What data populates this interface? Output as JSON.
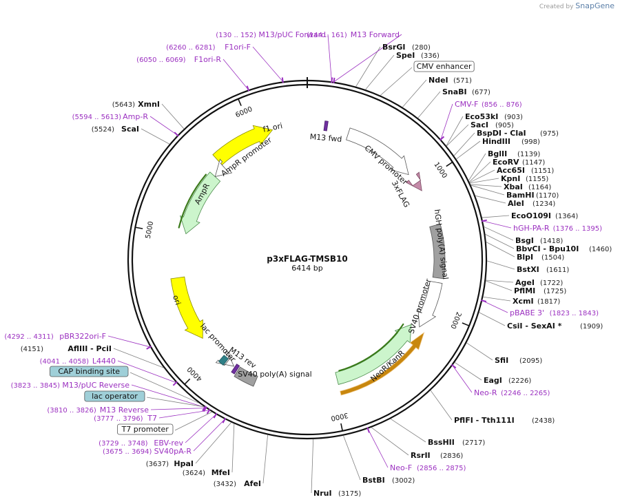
{
  "credit": {
    "prefix": "Created by",
    "brand": "SnapGene"
  },
  "plasmid": {
    "name": "p3xFLAG-TMSB10",
    "length_label": "6414 bp",
    "length": 6414
  },
  "ticks": [
    {
      "bp": 1000,
      "label": "1000"
    },
    {
      "bp": 2000,
      "label": "2000"
    },
    {
      "bp": 3000,
      "label": "3000"
    },
    {
      "bp": 4000,
      "label": "4000"
    },
    {
      "bp": 5000,
      "label": "5000"
    },
    {
      "bp": 6000,
      "label": "6000"
    }
  ],
  "features": [
    {
      "name": "f1 ori",
      "label": "f1 ori",
      "color": "#ffff00",
      "edge": "#8a8a00"
    },
    {
      "name": "M13 fwd",
      "label": "M13 fwd",
      "color": "#7030a0",
      "edge": "#4a1f6b"
    },
    {
      "name": "CMV promoter",
      "label": "CMV promoter",
      "color": "#ffffff",
      "edge": "#555555"
    },
    {
      "name": "3xFLAG",
      "label": "3xFLAG",
      "color": "#c48aa8",
      "edge": "#7a4a62"
    },
    {
      "name": "hGH poly(A) signal",
      "label": "hGH poly(A) signal",
      "color": "#a0a0a0",
      "edge": "#555555"
    },
    {
      "name": "SV40 promoter",
      "label": "SV40 promoter",
      "color": "#ffffff",
      "edge": "#555555"
    },
    {
      "name": "NeoR/KanR",
      "label": "NeoR/KanR",
      "color": "#ccf5cc",
      "edge": "#4a8a4a"
    },
    {
      "name": "SV40 poly(A) signal",
      "label": "SV40 poly(A) signal",
      "color": "#a0a0a0",
      "edge": "#555555"
    },
    {
      "name": "M13 rev",
      "label": "M13 rev",
      "color": "#7030a0",
      "edge": "#4a1f6b"
    },
    {
      "name": "lac promoter",
      "label": "lac promoter",
      "color": "#ffffff",
      "edge": "#555555"
    },
    {
      "name": "ori",
      "label": "ori",
      "color": "#ffff00",
      "edge": "#8a8a00"
    },
    {
      "name": "AmpR",
      "label": "AmpR",
      "color": "#ccf5cc",
      "edge": "#4a8a4a"
    },
    {
      "name": "AmpR promoter",
      "label": "AmpR promoter",
      "color": "#ffffff",
      "edge": "#555555"
    }
  ],
  "right_labels": [
    {
      "name": "BsrGI",
      "pos": "(280)",
      "kind": "enzyme"
    },
    {
      "name": "SpeI",
      "pos": "(336)",
      "kind": "enzyme"
    },
    {
      "name": "CMV enhancer",
      "pos": "",
      "kind": "boxed"
    },
    {
      "name": "NdeI",
      "pos": "(571)",
      "kind": "enzyme"
    },
    {
      "name": "SnaBI",
      "pos": "(677)",
      "kind": "enzyme"
    },
    {
      "name": "CMV-F",
      "pos": "(856 .. 876)",
      "kind": "primer"
    },
    {
      "name": "Eco53kI",
      "pos": "(903)",
      "kind": "enzyme"
    },
    {
      "name": "SacI",
      "pos": "(905)",
      "kind": "enzyme"
    },
    {
      "name": "BspDI - ClaI",
      "pos": "(975)",
      "kind": "enzyme"
    },
    {
      "name": "HindIII",
      "pos": "(998)",
      "kind": "enzyme"
    },
    {
      "name": "BglII",
      "pos": "(1139)",
      "kind": "enzyme"
    },
    {
      "name": "EcoRV",
      "pos": "(1147)",
      "kind": "enzyme"
    },
    {
      "name": "Acc65I",
      "pos": "(1151)",
      "kind": "enzyme"
    },
    {
      "name": "KpnI",
      "pos": "(1155)",
      "kind": "enzyme"
    },
    {
      "name": "XbaI",
      "pos": "(1164)",
      "kind": "enzyme"
    },
    {
      "name": "BamHI",
      "pos": "(1170)",
      "kind": "enzyme"
    },
    {
      "name": "AleI",
      "pos": "(1234)",
      "kind": "enzyme"
    },
    {
      "name": "EcoO109I",
      "pos": "(1364)",
      "kind": "enzyme"
    },
    {
      "name": "hGH-PA-R",
      "pos": "(1376 .. 1395)",
      "kind": "primer"
    },
    {
      "name": "BsgI",
      "pos": "(1418)",
      "kind": "enzyme"
    },
    {
      "name": "BbvCI - Bpu10I",
      "pos": "(1460)",
      "kind": "enzyme"
    },
    {
      "name": "BlpI",
      "pos": "(1504)",
      "kind": "enzyme"
    },
    {
      "name": "BstXI",
      "pos": "(1611)",
      "kind": "enzyme"
    },
    {
      "name": "AgeI",
      "pos": "(1722)",
      "kind": "enzyme"
    },
    {
      "name": "PflMI",
      "pos": "(1725)",
      "kind": "enzyme"
    },
    {
      "name": "XcmI",
      "pos": "(1817)",
      "kind": "enzyme"
    },
    {
      "name": "pBABE 3'",
      "pos": "(1823 .. 1843)",
      "kind": "primer"
    },
    {
      "name": "CsiI - SexAI *",
      "pos": "(1909)",
      "kind": "enzyme"
    },
    {
      "name": "SfiI",
      "pos": "(2095)",
      "kind": "enzyme"
    },
    {
      "name": "EagI",
      "pos": "(2226)",
      "kind": "enzyme"
    },
    {
      "name": "Neo-R",
      "pos": "(2246 .. 2265)",
      "kind": "primer"
    },
    {
      "name": "PflFI - Tth111I",
      "pos": "(2438)",
      "kind": "enzyme"
    },
    {
      "name": "BssHII",
      "pos": "(2717)",
      "kind": "enzyme"
    },
    {
      "name": "RsrII",
      "pos": "(2836)",
      "kind": "enzyme"
    },
    {
      "name": "Neo-F",
      "pos": "(2856 .. 2875)",
      "kind": "primer"
    },
    {
      "name": "BstBI",
      "pos": "(3002)",
      "kind": "enzyme"
    },
    {
      "name": "NruI",
      "pos": "(3175)",
      "kind": "enzyme"
    }
  ],
  "left_labels": [
    {
      "name": "M13/pUC Forward",
      "pos": "(130 .. 152)",
      "kind": "primer"
    },
    {
      "name": "M13 Forward",
      "pos": "(144 .. 161)",
      "kind": "primer"
    },
    {
      "name": "F1ori-F",
      "pos": "(6260 .. 6281)",
      "kind": "primer"
    },
    {
      "name": "F1ori-R",
      "pos": "(6050 .. 6069)",
      "kind": "primer"
    },
    {
      "name": "XmnI",
      "pos": "(5643)",
      "kind": "enzyme"
    },
    {
      "name": "Amp-R",
      "pos": "(5594 .. 5613)",
      "kind": "primer"
    },
    {
      "name": "ScaI",
      "pos": "(5524)",
      "kind": "enzyme"
    },
    {
      "name": "pBR322ori-F",
      "pos": "(4292 .. 4311)",
      "kind": "primer"
    },
    {
      "name": "AflIII - PciI",
      "pos": "(4151)",
      "kind": "enzyme"
    },
    {
      "name": "L4440",
      "pos": "(4041 .. 4058)",
      "kind": "primer"
    },
    {
      "name": "CAP binding site",
      "pos": "",
      "kind": "boxed"
    },
    {
      "name": "M13/pUC Reverse",
      "pos": "(3823 .. 3845)",
      "kind": "primer"
    },
    {
      "name": "lac operator",
      "pos": "",
      "kind": "boxed"
    },
    {
      "name": "M13 Reverse",
      "pos": "(3810 .. 3826)",
      "kind": "primer"
    },
    {
      "name": "T7",
      "pos": "(3777 .. 3796)",
      "kind": "primer"
    },
    {
      "name": "T7 promoter",
      "pos": "",
      "kind": "boxed"
    },
    {
      "name": "EBV-rev",
      "pos": "(3729 .. 3748)",
      "kind": "primer"
    },
    {
      "name": "SV40pA-R",
      "pos": "(3675 .. 3694)",
      "kind": "primer"
    },
    {
      "name": "HpaI",
      "pos": "(3637)",
      "kind": "enzyme"
    },
    {
      "name": "MfeI",
      "pos": "(3624)",
      "kind": "enzyme"
    },
    {
      "name": "AfeI",
      "pos": "(3432)",
      "kind": "enzyme"
    }
  ]
}
